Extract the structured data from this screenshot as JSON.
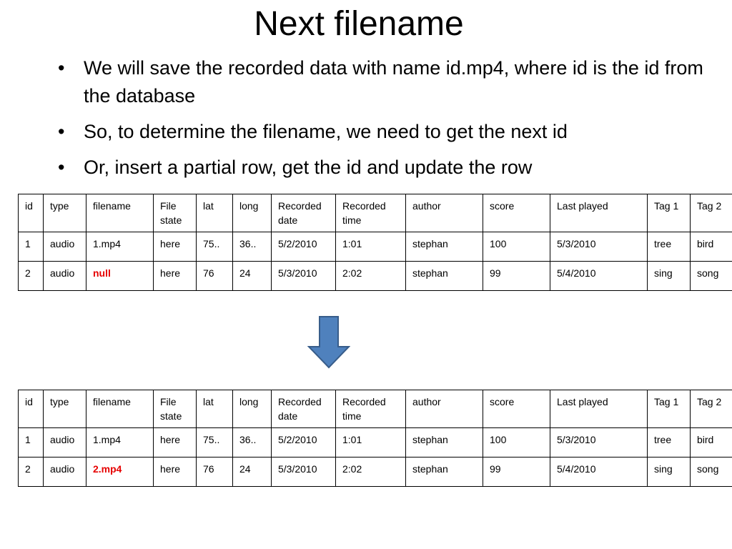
{
  "slide": {
    "title": "Next filename",
    "bullets": [
      "We will save the recorded data with name id.mp4, where id is the id from the database",
      "So, to determine the filename, we need to get the next id",
      "Or, insert a partial row, get the id and update the row"
    ]
  },
  "table_before": {
    "headers": [
      "id",
      "type",
      "filename",
      "File state",
      "lat",
      "long",
      "Recorded date",
      "Recorded time",
      "author",
      "score",
      "Last played",
      "Tag 1",
      "Tag 2"
    ],
    "rows": [
      [
        "1",
        "audio",
        "1.mp4",
        "here",
        "75..",
        "36..",
        "5/2/2010",
        "1:01",
        "stephan",
        "100",
        "5/3/2010",
        "tree",
        "bird"
      ],
      [
        "2",
        "audio",
        "null",
        "here",
        "76",
        "24",
        "5/3/2010",
        "2:02",
        "stephan",
        "99",
        "5/4/2010",
        "sing",
        "song"
      ]
    ]
  },
  "table_after": {
    "headers": [
      "id",
      "type",
      "filename",
      "File state",
      "lat",
      "long",
      "Recorded date",
      "Recorded time",
      "author",
      "score",
      "Last played",
      "Tag 1",
      "Tag 2"
    ],
    "rows": [
      [
        "1",
        "audio",
        "1.mp4",
        "here",
        "75..",
        "36..",
        "5/2/2010",
        "1:01",
        "stephan",
        "100",
        "5/3/2010",
        "tree",
        "bird"
      ],
      [
        "2",
        "audio",
        "2.mp4",
        "here",
        "76",
        "24",
        "5/3/2010",
        "2:02",
        "stephan",
        "99",
        "5/4/2010",
        "sing",
        "song"
      ]
    ]
  },
  "arrow": {
    "icon": "down-arrow-icon",
    "fill": "#4f81bd",
    "stroke": "#385d8a"
  },
  "colors": {
    "highlight": "#e60000",
    "background": "#ffffff",
    "text": "#000000"
  }
}
